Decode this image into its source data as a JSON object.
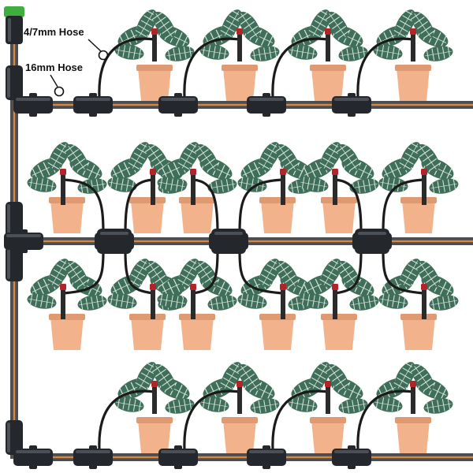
{
  "labels": {
    "micro_hose": "4/7mm Hose",
    "main_hose": "16mm Hose"
  },
  "colors": {
    "background": "#ffffff",
    "main_hose": "#4a4d52",
    "main_hose_stripe": "#d9873e",
    "micro_hose": "#1b1b1b",
    "fitting": "#24272b",
    "fitting_highlight": "#4b5057",
    "pot": "#f2b38c",
    "pot_shadow": "#e09a72",
    "leaf": "#3f6f5a",
    "leaf_vein": "#d9e6dc",
    "stake": "#2b2b2b",
    "dripper_head": "#b2242a",
    "filter_cap": "#3fae3f",
    "label_text": "#111111"
  },
  "rows": [
    {
      "id": "row-1",
      "branch": "top",
      "plants": 4
    },
    {
      "id": "row-2",
      "branch": "split-top",
      "plants": 6
    },
    {
      "id": "row-3",
      "branch": "split-bottom",
      "plants": 6
    },
    {
      "id": "row-4",
      "branch": "top",
      "plants": 4
    }
  ]
}
